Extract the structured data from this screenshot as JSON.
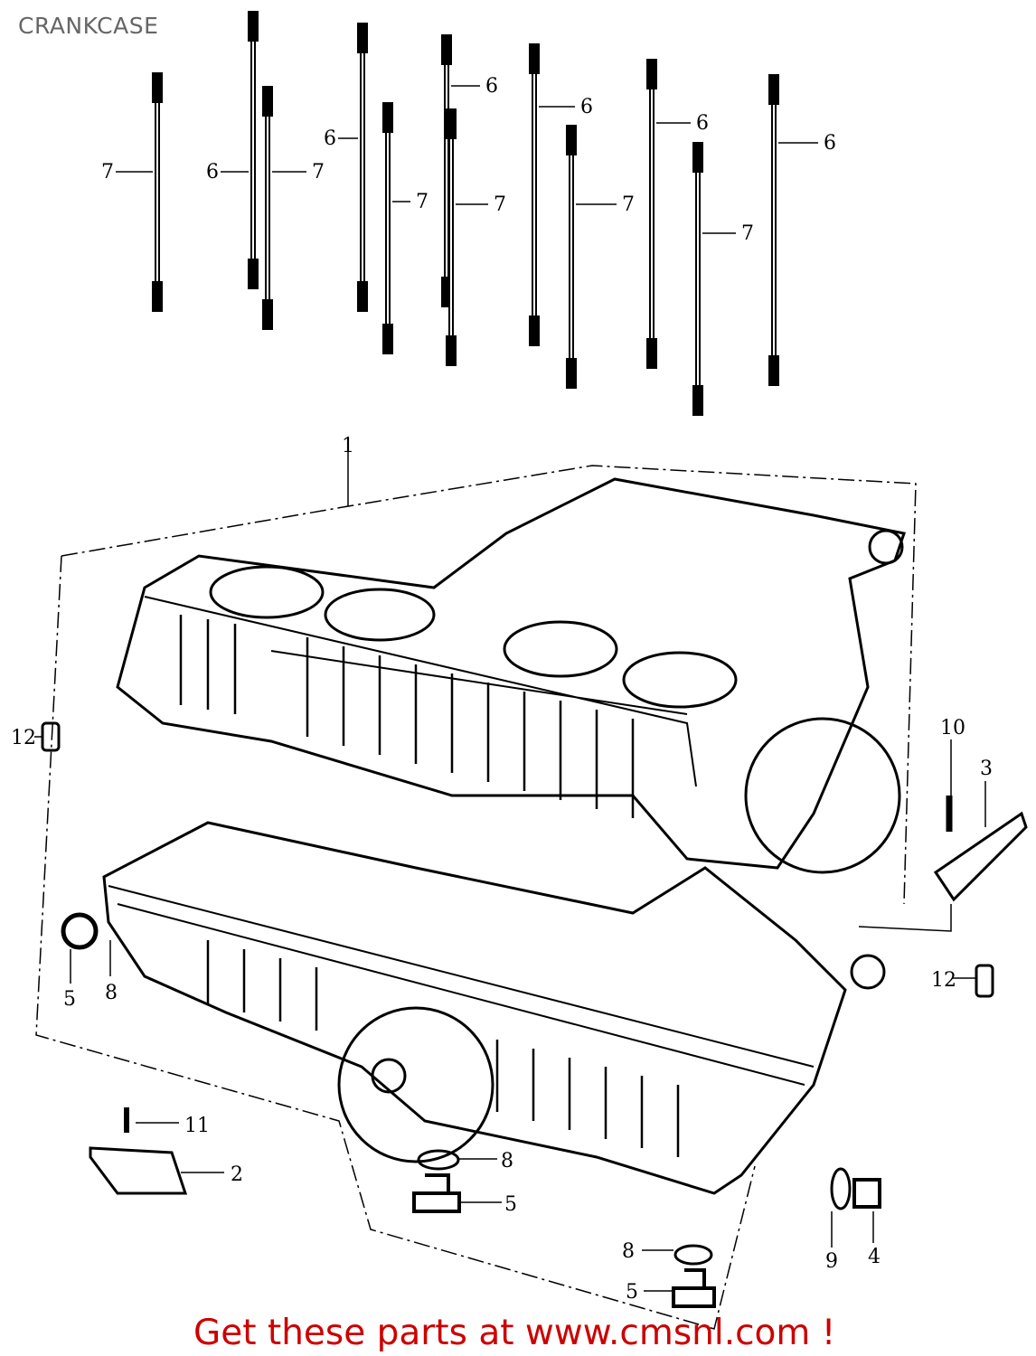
{
  "title": "CRANKCASE",
  "footer": "Get these parts at www.cmsnl.com !",
  "stud_callouts": [
    "7",
    "6",
    "7",
    "6",
    "7",
    "6",
    "7",
    "6",
    "7",
    "6",
    "7",
    "6"
  ],
  "part_callouts": [
    "1",
    "12",
    "10",
    "3",
    "5",
    "8",
    "12",
    "11",
    "2",
    "8",
    "5",
    "8",
    "5",
    "9",
    "4"
  ],
  "colors": {
    "title": "#666666",
    "footer": "#cc0000",
    "line": "#000000"
  }
}
